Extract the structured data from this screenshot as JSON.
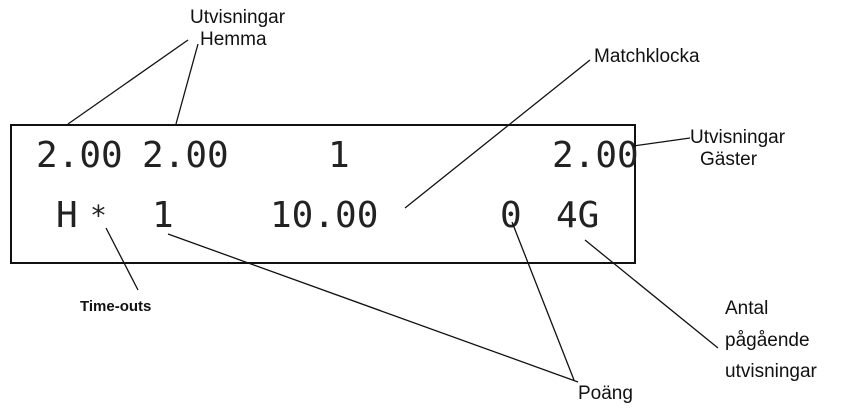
{
  "labels": {
    "utvisningar_hemma_1": "Utvisningar",
    "utvisningar_hemma_2": "Hemma",
    "matchklocka": "Matchklocka",
    "utvisningar_gaster_1": "Utvisningar",
    "utvisningar_gaster_2": "Gäster",
    "time_outs": "Time-outs",
    "antal_1": "Antal",
    "antal_2": "pågående",
    "antal_3": "utvisningar",
    "poang": "Poäng"
  },
  "scoreboard": {
    "home_penalty_1": "2.00",
    "home_penalty_2": "2.00",
    "period": "1",
    "away_penalty": "2.00",
    "home_marker": "H",
    "timeout_marker": "*",
    "home_score": "1",
    "clock": "10.00",
    "away_score": "0",
    "away_penalty_count": "4G"
  }
}
